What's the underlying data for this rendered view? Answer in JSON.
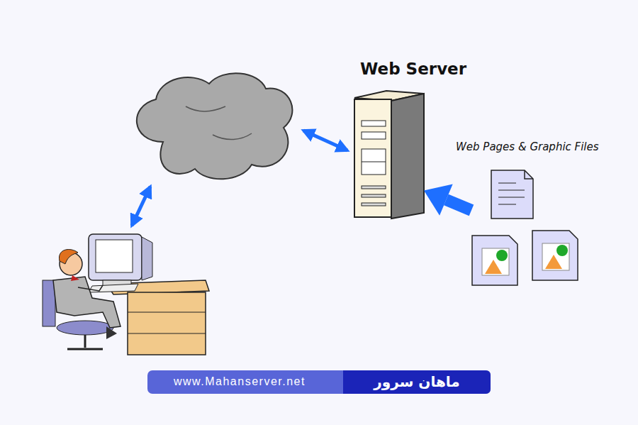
{
  "diagram": {
    "nodes": [
      {
        "text": [
          "Web Server"
        ]
      },
      {
        "text": [
          "Web Pages & Graphic Files"
        ]
      }
    ],
    "edges": [
      {
        "from": 1,
        "to": 0,
        "arrow": "to"
      }
    ],
    "labels": [
      "www.Mahanserver.net",
      "ماهان سرور"
    ]
  }
}
